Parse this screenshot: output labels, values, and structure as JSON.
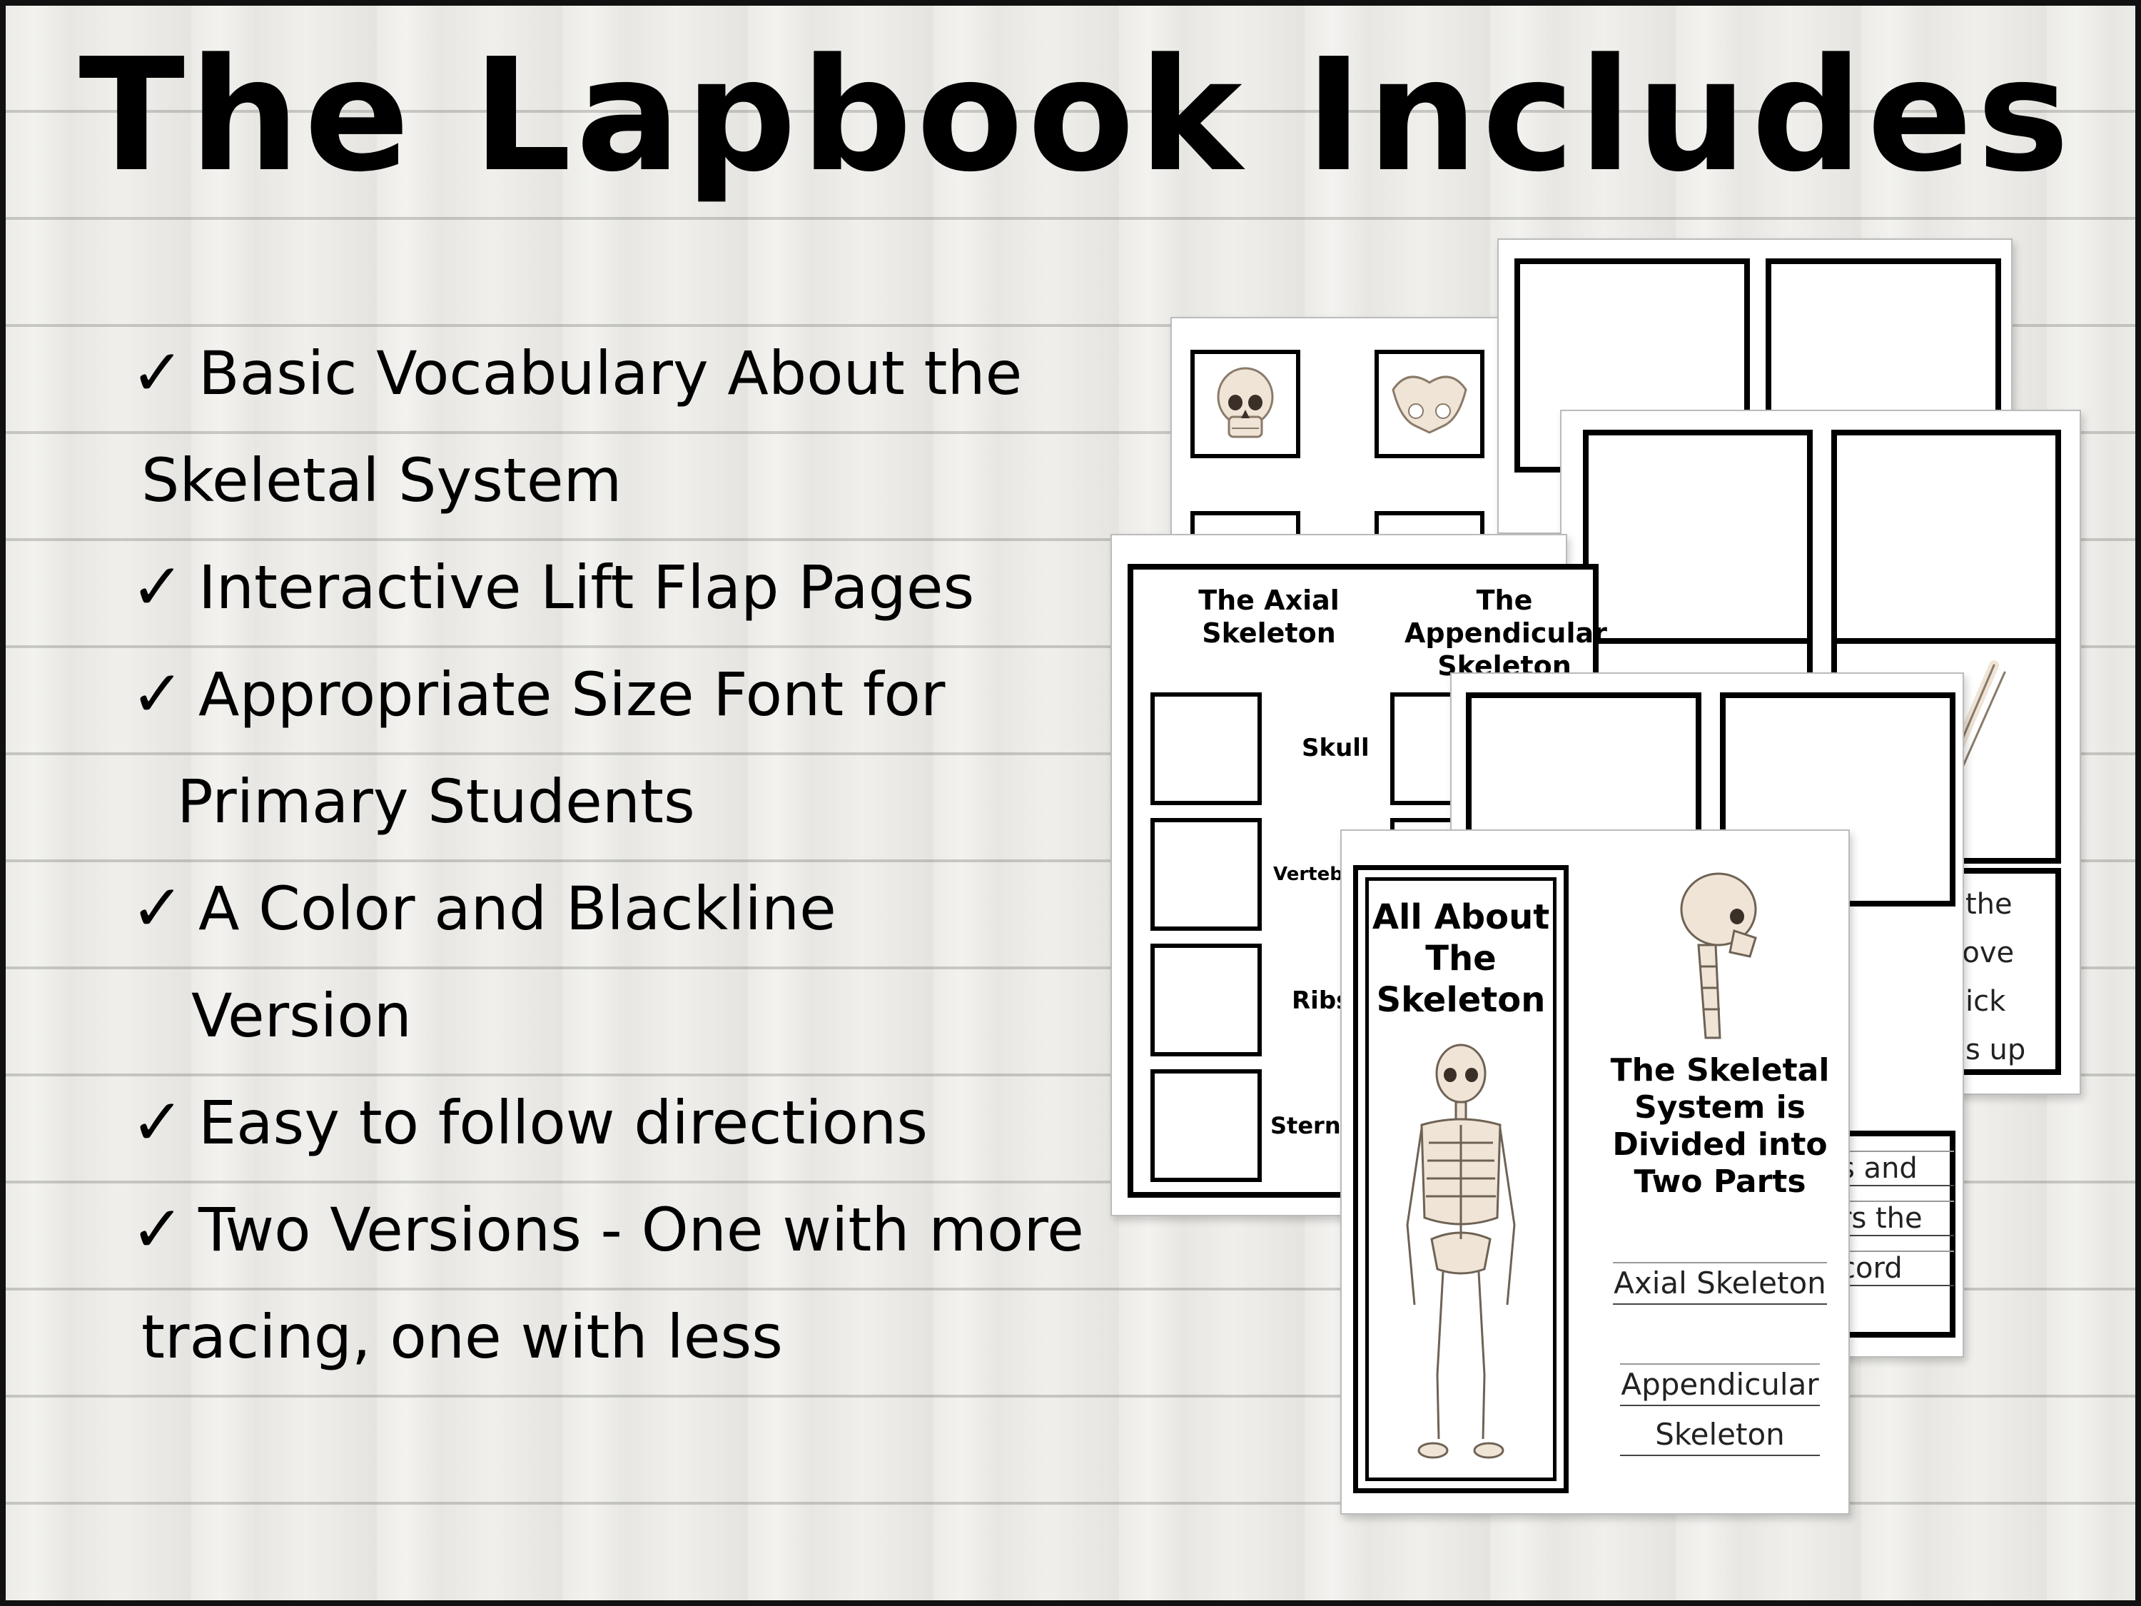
{
  "title": "The Lapbook Includes",
  "features": [
    {
      "line1": "Basic Vocabulary About the",
      "line2": "Skeletal System"
    },
    {
      "line1": "Interactive Lift Flap Pages",
      "line2": ""
    },
    {
      "line1": "Appropriate Size Font for",
      "line2": "Primary Students"
    },
    {
      "line1": "A Color and Blackline",
      "line2": "Version"
    },
    {
      "line1": "Easy to follow directions",
      "line2": ""
    },
    {
      "line1": "Two Versions - One with more",
      "line2": "tracing, one with less"
    }
  ],
  "check_glyph": "✓",
  "pages": {
    "axial_page": {
      "col1_heading": "The Axial Skeleton",
      "col2_heading": "The Appendicular Skeleton",
      "bones": [
        "Skull",
        "Vertebr",
        "Ribs",
        "Sternu"
      ]
    },
    "right_page": {
      "partial_words": [
        "the",
        "nove",
        "ick",
        "s up"
      ]
    },
    "cover": {
      "title_lines": [
        "All About",
        "The",
        "Skeleton"
      ],
      "heading": "The Skeletal System is Divided into Two Parts",
      "part1": "Axial Skeleton",
      "part2_lines": [
        "Appendicular",
        "Skeleton"
      ]
    },
    "behind_cover": {
      "partial_words": [
        "s and",
        "rs the",
        "cord"
      ]
    }
  }
}
